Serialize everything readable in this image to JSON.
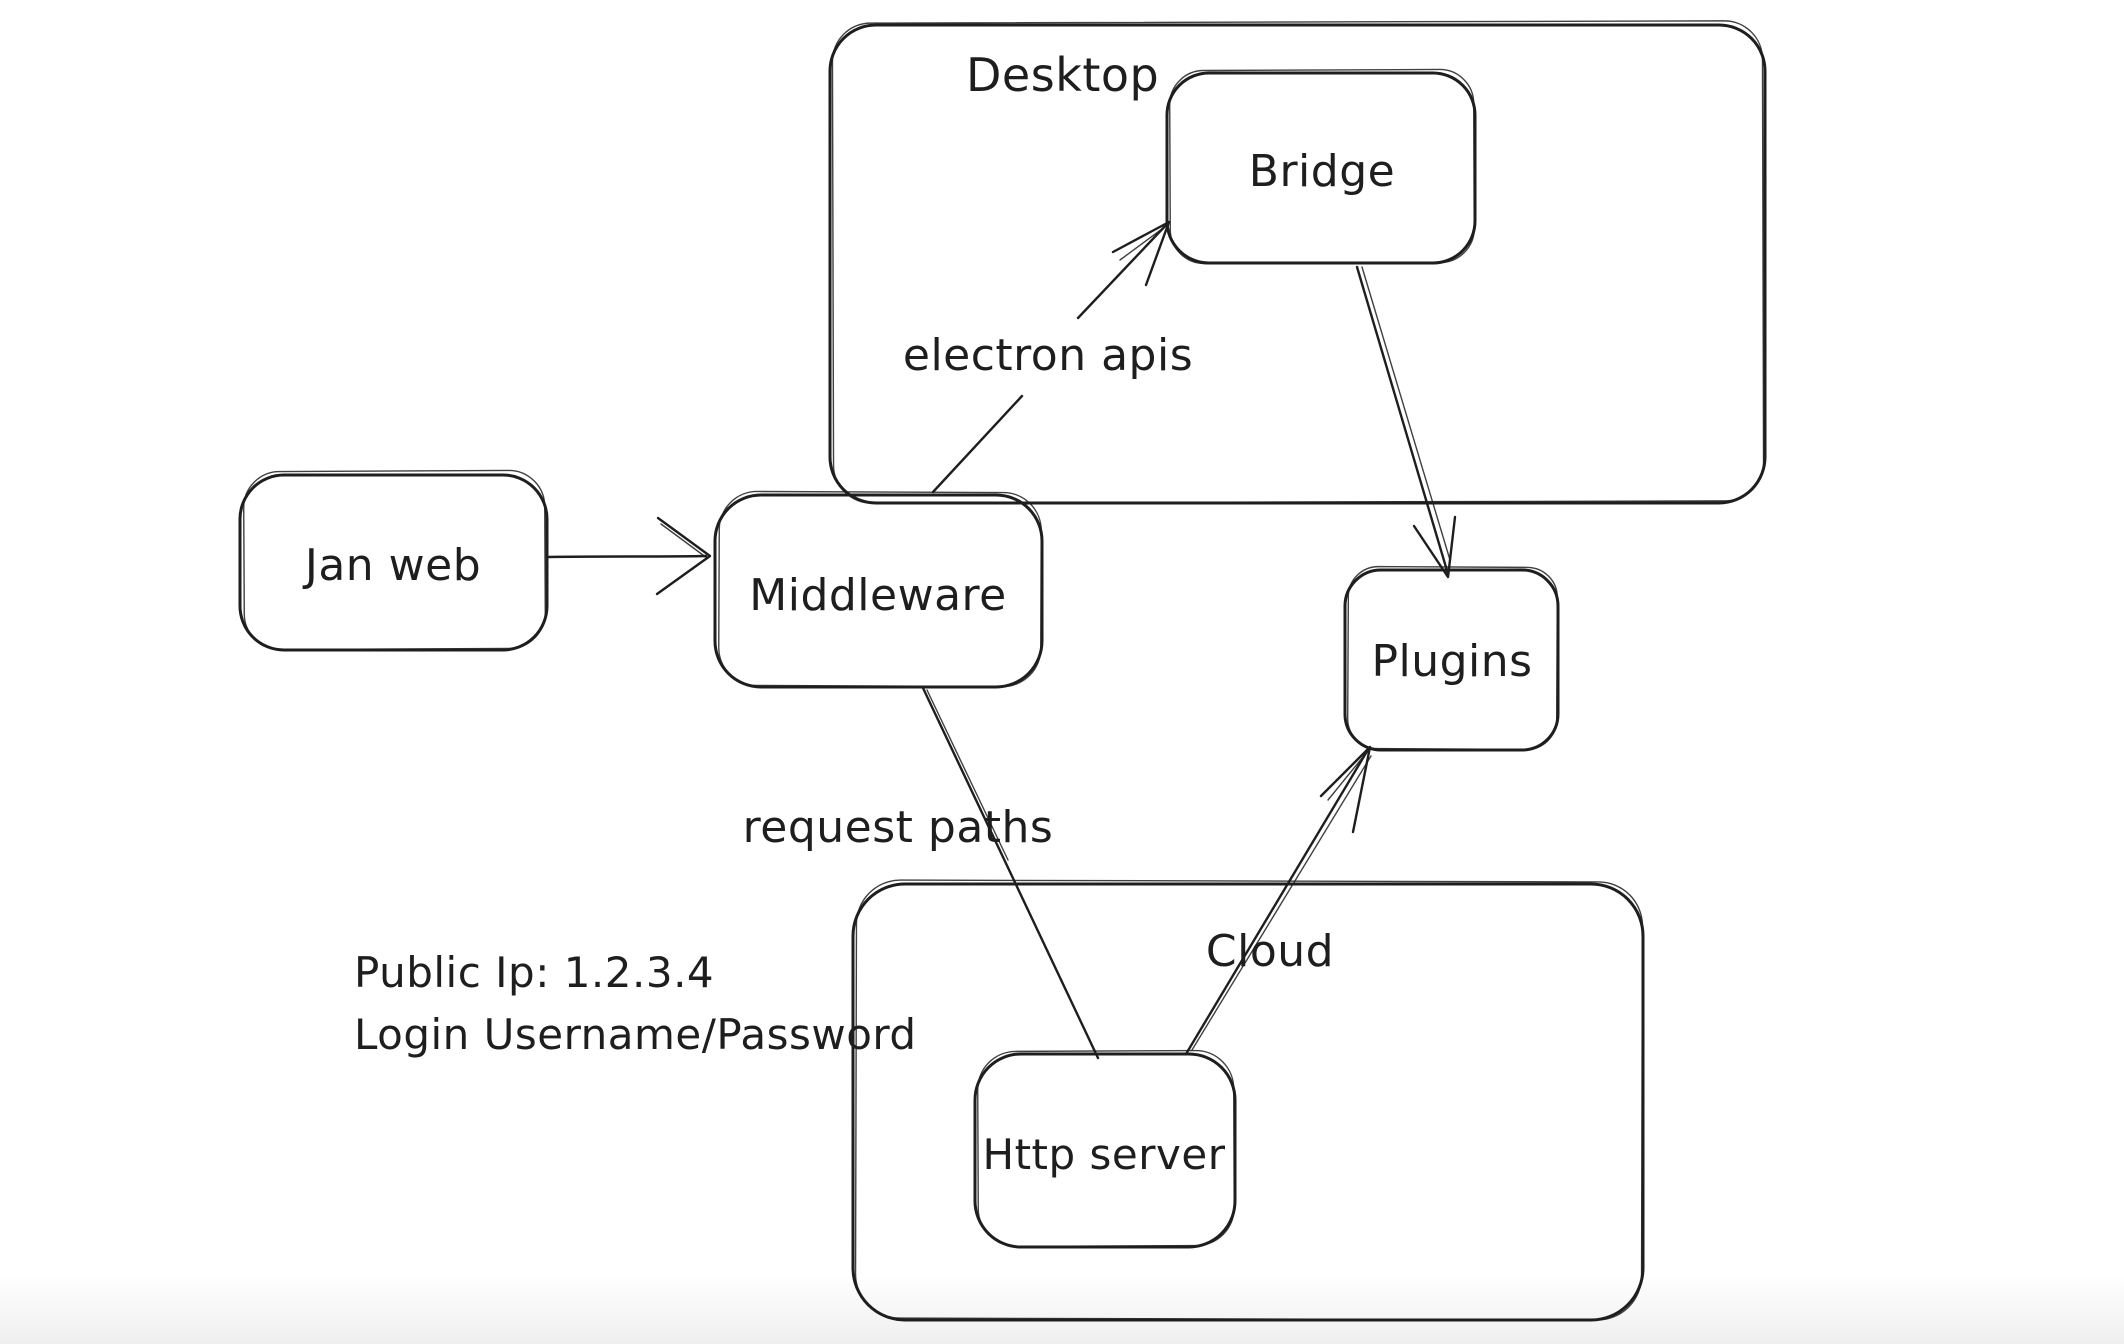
{
  "canvas": {
    "background_color": "#ffffff",
    "stroke_color": "#1e1e1e",
    "style": "hand-drawn whiteboard sketch"
  },
  "containers": [
    {
      "id": "desktop",
      "label": "Desktop"
    },
    {
      "id": "cloud",
      "label": "Cloud"
    }
  ],
  "nodes": [
    {
      "id": "jan-web",
      "label": "Jan web"
    },
    {
      "id": "middleware",
      "label": "Middleware"
    },
    {
      "id": "bridge",
      "label": "Bridge",
      "inside": "desktop"
    },
    {
      "id": "plugins",
      "label": "Plugins"
    },
    {
      "id": "http-server",
      "label": "Http server",
      "inside": "cloud"
    }
  ],
  "edges": [
    {
      "from": "jan-web",
      "to": "middleware",
      "label": "",
      "arrowhead": "open"
    },
    {
      "from": "middleware",
      "to": "bridge",
      "label": "electron apis",
      "arrowhead": "open"
    },
    {
      "from": "bridge",
      "to": "plugins",
      "label": "",
      "arrowhead": "open"
    },
    {
      "from": "middleware",
      "to": "http-server",
      "label": "request paths",
      "arrowhead": "none"
    },
    {
      "from": "http-server",
      "to": "plugins",
      "label": "",
      "arrowhead": "open"
    }
  ],
  "edge_labels": {
    "electron_apis": "electron apis",
    "request_paths": "request paths"
  },
  "annotations": [
    {
      "id": "public-ip",
      "text": "Public Ip: 1.2.3.4"
    },
    {
      "id": "login",
      "text": "Login Username/Password"
    }
  ]
}
